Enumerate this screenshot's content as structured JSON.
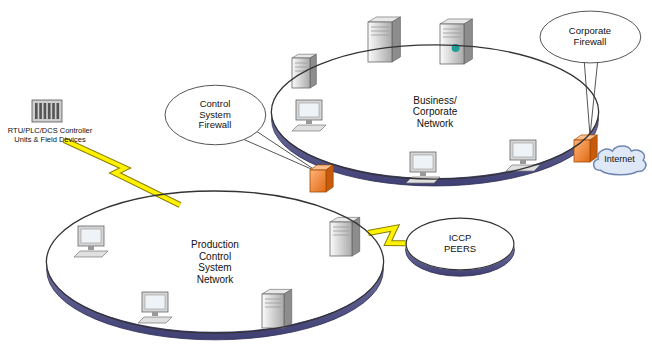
{
  "diagram": {
    "nodes": [
      {
        "text": [
          "Business/ Corporate Network"
        ]
      },
      {
        "text": [
          "Corporate Firewall"
        ]
      },
      {
        "text": [
          "Internet"
        ]
      },
      {
        "text": [
          "Control System Firewall"
        ]
      },
      {
        "text": [
          "Production Control System Network"
        ]
      },
      {
        "text": [
          "ICCP PEERS"
        ]
      }
    ],
    "edges": [
      {
        "from": 0,
        "to": 2,
        "arrow": "none"
      },
      {
        "from": 4,
        "to": 5,
        "arrow": "none"
      }
    ],
    "labels": [
      "RTU/PLC/DCS Controller Units & Field Devices"
    ]
  }
}
